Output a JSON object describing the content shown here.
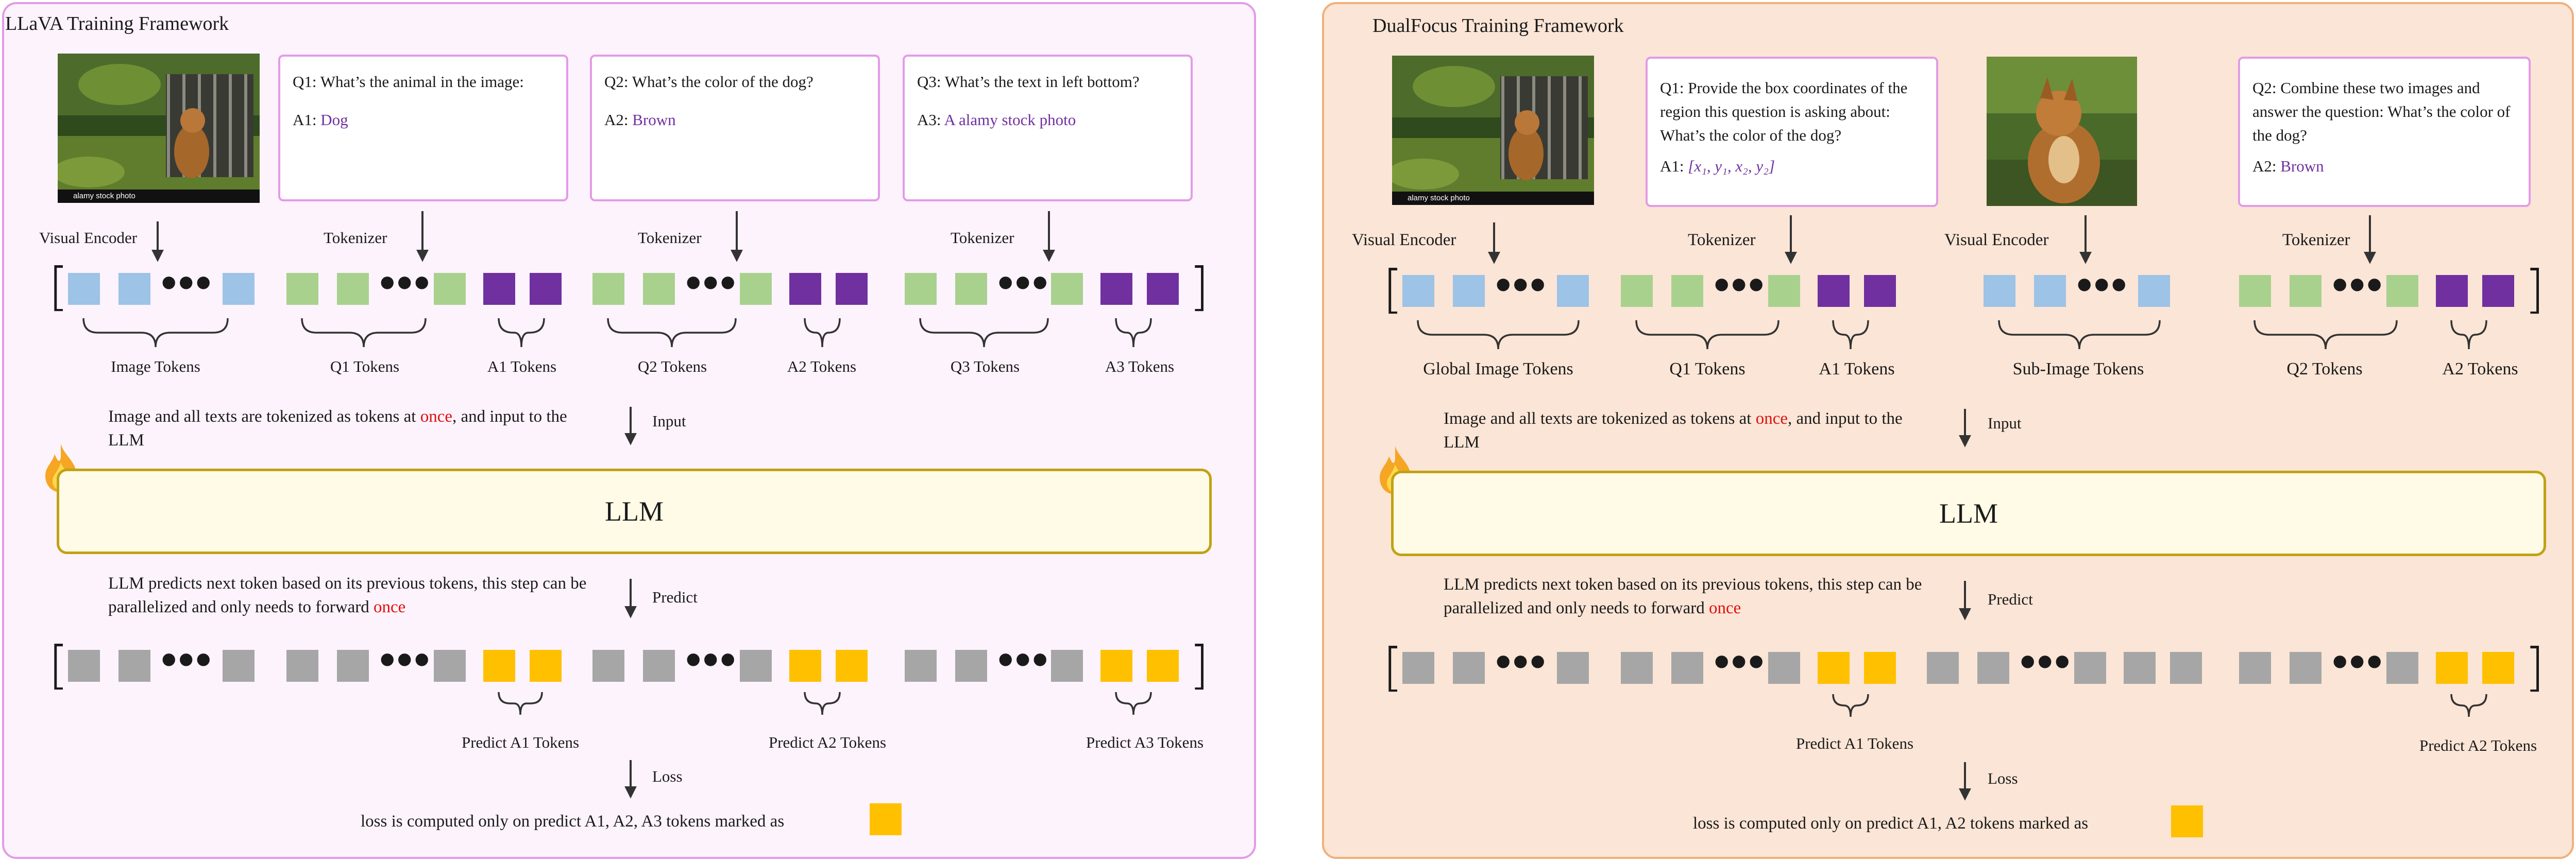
{
  "colors": {
    "blue": "#9dc3e6",
    "green": "#a9d18e",
    "purple": "#7030a0",
    "grey": "#a6a6a6",
    "yellow": "#ffc000",
    "highlight": "#e01010",
    "left_panel_bg": "#fdf3fd",
    "right_panel_bg": "#fbe5d6"
  },
  "left": {
    "title": "LLaVA Training Framework",
    "image_watermark": "alamy stock photo",
    "questions": [
      {
        "q": "Q1: What’s the animal in the image:",
        "a_prefix": "A1: ",
        "a": "Dog"
      },
      {
        "q": "Q2: What’s the color of the dog?",
        "a_prefix": "A2: ",
        "a": "Brown"
      },
      {
        "q": "Q3: What’s the text in left bottom?",
        "a_prefix": "A3: ",
        "a": "A alamy stock photo"
      }
    ],
    "encoder_label": "Visual Encoder",
    "tokenizer_label": "Tokenizer",
    "group_labels": [
      "Image Tokens",
      "Q1 Tokens",
      "A1 Tokens",
      "Q2 Tokens",
      "A2 Tokens",
      "Q3 Tokens",
      "A3 Tokens"
    ],
    "tokenize_pre": "Image and all texts are tokenized as tokens at ",
    "tokenize_highlight": "once",
    "tokenize_post": ", and input to the LLM",
    "input_label": "Input",
    "llm_label": "LLM",
    "predict_pre": "LLM predicts next token based on its previous tokens, this step can be parallelized and only needs to forward ",
    "predict_highlight": "once",
    "predict_label": "Predict",
    "predict_groups": [
      "Predict A1 Tokens",
      "Predict A2 Tokens",
      "Predict A3 Tokens"
    ],
    "loss_label": "Loss",
    "loss_text": "loss is computed only on predict A1, A2, A3 tokens marked as"
  },
  "right": {
    "title": "DualFocus Training Framework",
    "image_watermark": "alamy stock photo",
    "questions": [
      {
        "q": "Q1: Provide the box coordinates of the region this question is asking about: What’s the color of the dog?",
        "a_prefix": "A1: ",
        "a": "[x₁, y₁, x₂, y₂]"
      },
      {
        "q": "Q2: Combine these two images and answer the question: What’s the color of the dog?",
        "a_prefix": "A2: ",
        "a": "Brown"
      }
    ],
    "encoder_label": "Visual Encoder",
    "tokenizer_label": "Tokenizer",
    "group_labels": [
      "Global Image Tokens",
      "Q1 Tokens",
      "A1 Tokens",
      "Sub-Image Tokens",
      "Q2 Tokens",
      "A2 Tokens"
    ],
    "tokenize_pre": "Image and all texts are tokenized as tokens at ",
    "tokenize_highlight": "once",
    "tokenize_post": ", and input to the LLM",
    "input_label": "Input",
    "llm_label": "LLM",
    "predict_pre": "LLM predicts next token based on its previous tokens, this step can be parallelized and only needs to forward ",
    "predict_highlight": "once",
    "predict_label": "Predict",
    "predict_groups": [
      "Predict A1 Tokens",
      "Predict A2 Tokens"
    ],
    "loss_label": "Loss",
    "loss_text": "loss is computed only on predict A1, A2 tokens marked as"
  }
}
